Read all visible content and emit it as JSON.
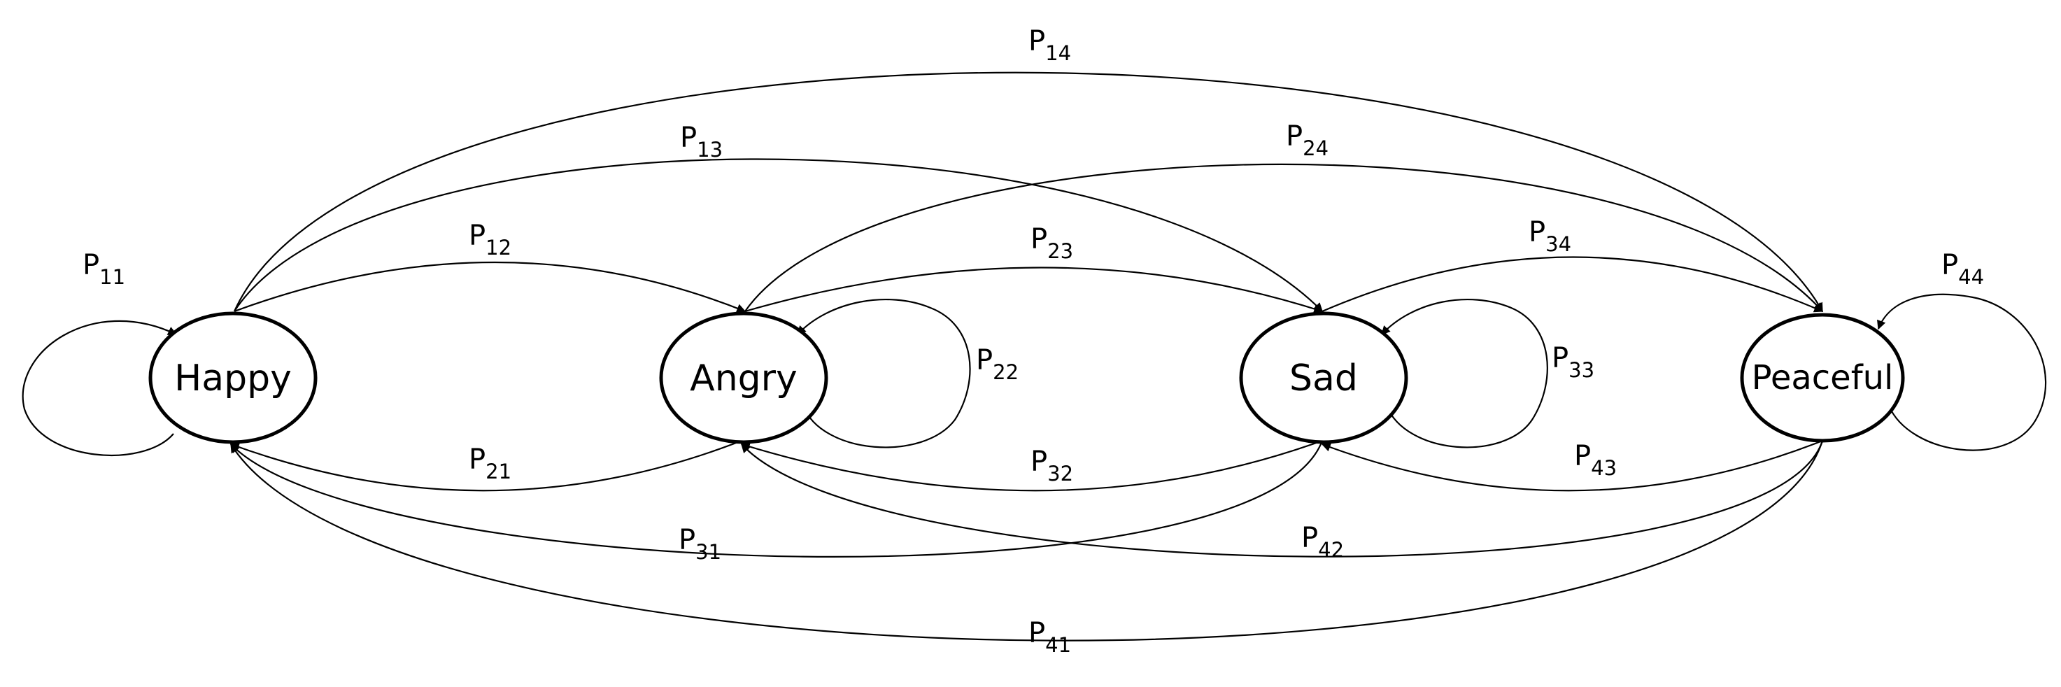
{
  "diagram": {
    "type": "state-transition",
    "states": [
      {
        "id": "happy",
        "label": "Happy"
      },
      {
        "id": "angry",
        "label": "Angry"
      },
      {
        "id": "sad",
        "label": "Sad"
      },
      {
        "id": "peaceful",
        "label": "Peaceful"
      }
    ],
    "transitions": [
      {
        "id": "p11",
        "from": "happy",
        "to": "happy",
        "label": "P",
        "sub": "11"
      },
      {
        "id": "p12",
        "from": "happy",
        "to": "angry",
        "label": "P",
        "sub": "12"
      },
      {
        "id": "p13",
        "from": "happy",
        "to": "sad",
        "label": "P",
        "sub": "13"
      },
      {
        "id": "p14",
        "from": "happy",
        "to": "peaceful",
        "label": "P",
        "sub": "14"
      },
      {
        "id": "p21",
        "from": "angry",
        "to": "happy",
        "label": "P",
        "sub": "21"
      },
      {
        "id": "p22",
        "from": "angry",
        "to": "angry",
        "label": "P",
        "sub": "22"
      },
      {
        "id": "p23",
        "from": "angry",
        "to": "sad",
        "label": "P",
        "sub": "23"
      },
      {
        "id": "p24",
        "from": "angry",
        "to": "peaceful",
        "label": "P",
        "sub": "24"
      },
      {
        "id": "p31",
        "from": "sad",
        "to": "happy",
        "label": "P",
        "sub": "31"
      },
      {
        "id": "p32",
        "from": "sad",
        "to": "angry",
        "label": "P",
        "sub": "32"
      },
      {
        "id": "p33",
        "from": "sad",
        "to": "sad",
        "label": "P",
        "sub": "33"
      },
      {
        "id": "p34",
        "from": "sad",
        "to": "peaceful",
        "label": "P",
        "sub": "34"
      },
      {
        "id": "p41",
        "from": "peaceful",
        "to": "happy",
        "label": "P",
        "sub": "41"
      },
      {
        "id": "p42",
        "from": "peaceful",
        "to": "angry",
        "label": "P",
        "sub": "42"
      },
      {
        "id": "p43",
        "from": "peaceful",
        "to": "sad",
        "label": "P",
        "sub": "43"
      },
      {
        "id": "p44",
        "from": "peaceful",
        "to": "peaceful",
        "label": "P",
        "sub": "44"
      }
    ]
  },
  "colors": {
    "stroke": "#000000",
    "background": "#ffffff"
  }
}
